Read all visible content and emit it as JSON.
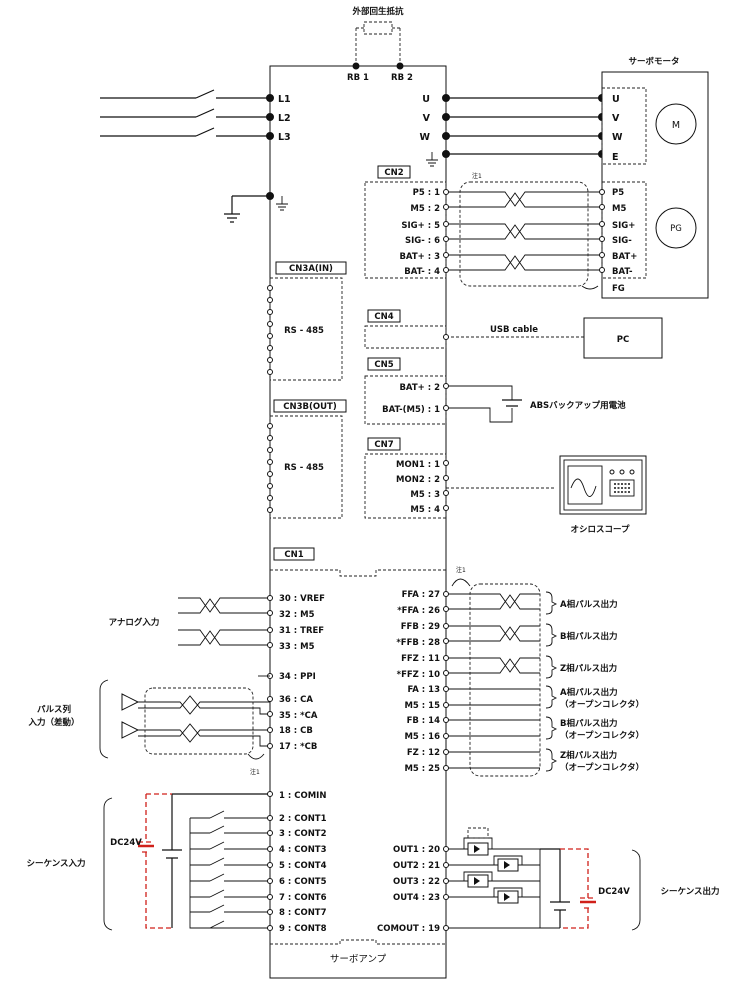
{
  "amp": {
    "label": "サーボアンプ"
  },
  "regen": {
    "label": "外部回生抵抗",
    "rb1": "RB 1",
    "rb2": "RB 2"
  },
  "power_in": [
    "L1",
    "L2",
    "L3"
  ],
  "motor_out": [
    "U",
    "V",
    "W"
  ],
  "motor": {
    "title": "サーボモータ",
    "m": "M",
    "pg": "PG",
    "fg": "FG",
    "power_terms": [
      "U",
      "V",
      "W",
      "E"
    ],
    "enc_terms": [
      "P5",
      "M5",
      "SIG+",
      "SIG-",
      "BAT+",
      "BAT-"
    ]
  },
  "cn2": {
    "label": "CN2",
    "pins": [
      "P5 : 1",
      "M5 : 2",
      "SIG+ : 5",
      "SIG- : 6",
      "BAT+ : 3",
      "BAT- : 4"
    ]
  },
  "cn3a": {
    "label": "CN3A(IN)",
    "text": "RS - 485"
  },
  "cn3b": {
    "label": "CN3B(OUT)",
    "text": "RS - 485"
  },
  "cn4": {
    "label": "CN4",
    "cable": "USB cable",
    "pc": "PC"
  },
  "cn5": {
    "label": "CN5",
    "pins": [
      "BAT+ : 2",
      "BAT-(M5) : 1"
    ],
    "battery": "ABSバックアップ用電池"
  },
  "cn7": {
    "label": "CN7",
    "pins": [
      "MON1 : 1",
      "MON2 : 2",
      "M5 : 3",
      "M5 : 4"
    ],
    "scope": "オシロスコープ"
  },
  "cn1": {
    "label": "CN1",
    "left_pins": [
      "30 : VREF",
      "32 : M5",
      "31 : TREF",
      "33 : M5",
      "34 : PPI",
      "36 : CA",
      "35 : *CA",
      "18 : CB",
      "17 : *CB"
    ],
    "right_pins": [
      "FFA : 27",
      "*FFA : 26",
      "FFB : 29",
      "*FFB : 28",
      "FFZ : 11",
      "*FFZ : 10",
      "FA : 13",
      "M5 : 15",
      "FB : 14",
      "M5 : 16",
      "FZ : 12",
      "M5 : 25"
    ],
    "cont_pins": [
      "1 : COMIN",
      "2 : CONT1",
      "3 : CONT2",
      "4 : CONT3",
      "5 : CONT4",
      "6 : CONT5",
      "7 : CONT6",
      "8 : CONT7",
      "9 : CONT8"
    ],
    "out_pins": [
      "OUT1 : 20",
      "OUT2 : 21",
      "OUT3 : 22",
      "OUT4 : 23",
      "COMOUT : 19"
    ]
  },
  "labels": {
    "analog": "アナログ入力",
    "pulse_in_1": "パルス列",
    "pulse_in_2": "入力（差動）",
    "seq_in": "シーケンス入力",
    "seq_out": "シーケンス出力",
    "dc24v": "DC24V",
    "note": "注1",
    "a_out": "A相パルス出力",
    "b_out": "B相パルス出力",
    "z_out": "Z相パルス出力",
    "a_oc": "A相パルス出力",
    "b_oc": "B相パルス出力",
    "z_oc": "Z相パルス出力",
    "oc": "（オープンコレクタ）"
  }
}
